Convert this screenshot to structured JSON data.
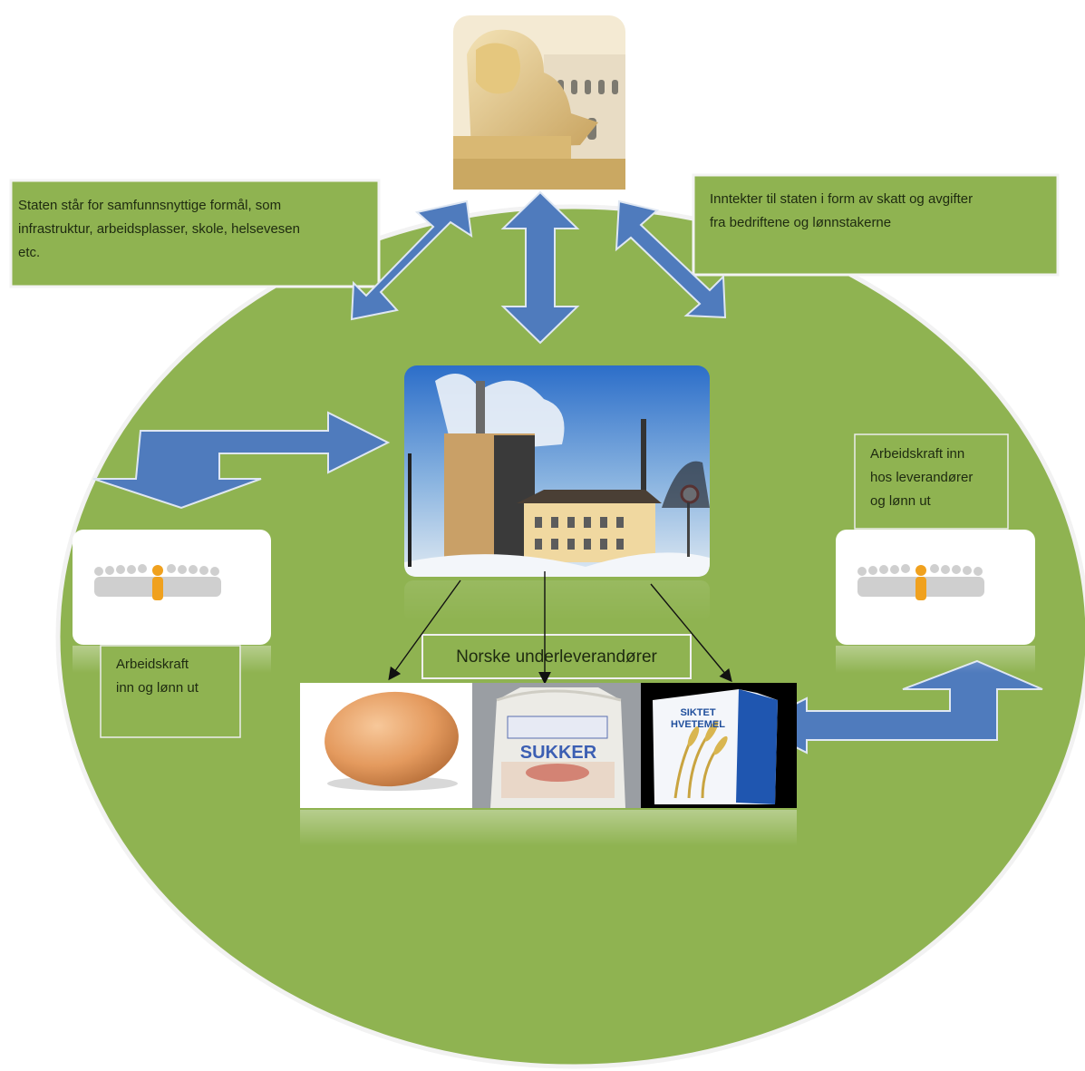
{
  "colors": {
    "circle": "#8fb351",
    "arrow": "#4f7bbd",
    "box": "#8fb351"
  },
  "icons": {
    "parliament": "lion-statue-parliament-image",
    "factory": "factory-photo",
    "people_left": "people-group-icon",
    "people_right": "people-group-icon",
    "egg": "egg-photo",
    "sugar": "sugar-bag-photo",
    "flour": "flour-bag-photo"
  },
  "state_box": {
    "lines": [
      "Staten står for samfunnsnyttige formål, som",
      "infrastruktur, arbeidsplasser, skole, helsevesen",
      "etc."
    ]
  },
  "income_box": {
    "lines": [
      "Inntekter til staten i form av skatt og avgifter",
      "fra bedriftene og lønnstakerne"
    ]
  },
  "left_label": {
    "lines": [
      "Arbeidskraft",
      "inn og lønn ut"
    ]
  },
  "right_label": {
    "lines": [
      "Arbeidskraft inn",
      "hos leverandører",
      "og lønn ut"
    ]
  },
  "suppliers_label": "Norske underleverandører",
  "sugar_bag_text": "SUKKER",
  "flour_bag_text": [
    "SIKTET",
    "HVETEMEL"
  ]
}
